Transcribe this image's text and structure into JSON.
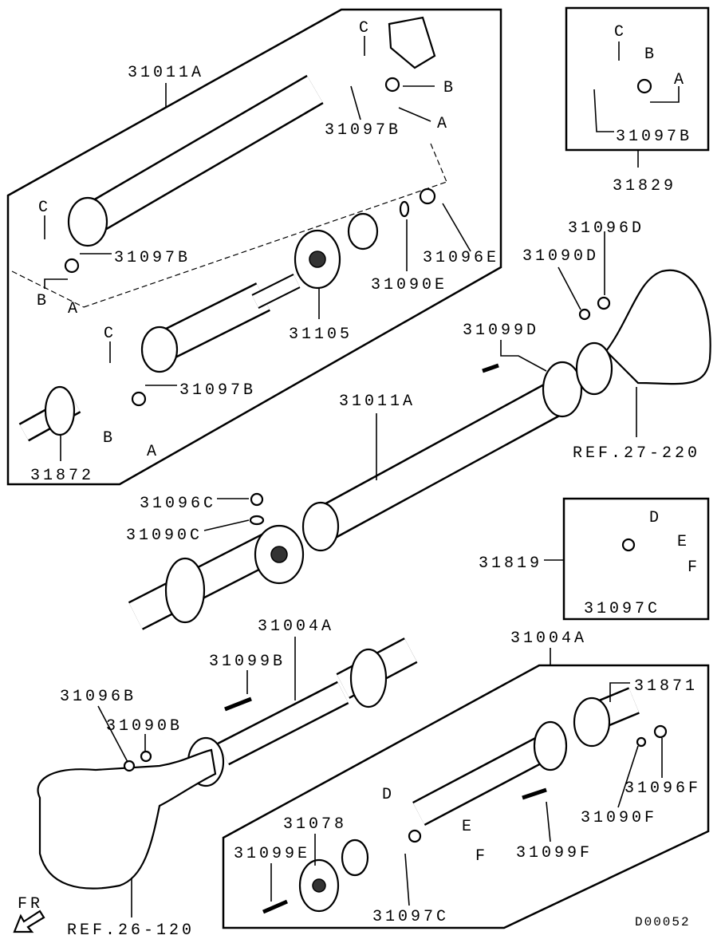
{
  "diagram": {
    "title": "",
    "callouts": [
      "31011A",
      "C",
      "B",
      "A",
      "31097B",
      "C",
      "B",
      "A",
      "31097B",
      "31829",
      "C",
      "31097B",
      "B",
      "A",
      "31096E",
      "31090E",
      "31105",
      "C",
      "31097B",
      "B",
      "A",
      "31872",
      "31096D",
      "31090D",
      "31099D",
      "31011A",
      "REF.27-220",
      "31096C",
      "31090C",
      "31819",
      "D",
      "E",
      "F",
      "31097C",
      "31004A",
      "31004A",
      "31099B",
      "31096B",
      "31090B",
      "31871",
      "31096F",
      "31090F",
      "D",
      "31078",
      "E",
      "F",
      "31099E",
      "31099F",
      "31097C",
      "REF.26-120",
      "FR",
      "D00052"
    ],
    "icons": {
      "direction_arrow": "front-arrow-icon"
    }
  }
}
